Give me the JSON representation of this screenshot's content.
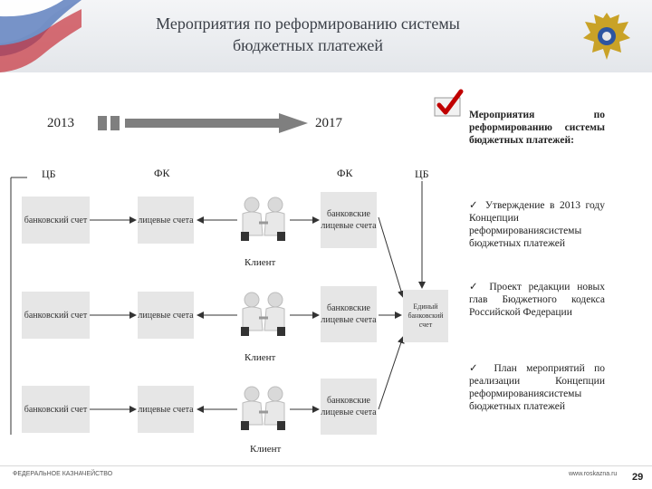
{
  "slide": {
    "title_line1": "Мероприятия по реформированию системы",
    "title_line2": "бюджетных платежей",
    "year_start": "2013",
    "year_end": "2017"
  },
  "columns": {
    "cb_left": "ЦБ",
    "fk_left": "ФК",
    "fk_right": "ФК",
    "cb_right": "ЦБ"
  },
  "rows": [
    {
      "bank": "банковский счет",
      "accounts": "лицевые счета",
      "bank_accounts": "банковские лицевые счета",
      "client": "Клиент"
    },
    {
      "bank": "банковский счет",
      "accounts": "лицевые счета",
      "bank_accounts": "банковские лицевые счета",
      "client": "Клиент"
    },
    {
      "bank": "банковский счет",
      "accounts": "лицевые счета",
      "bank_accounts": "банковские лицевые счета",
      "client": "Клиент"
    }
  ],
  "single_account": "Единый банковский счет",
  "right_panel": {
    "heading": "Мероприятия по реформированию системы бюджетных платежей:",
    "item1": "Утверждение в 2013 году Концепции реформированиясистемы бюджетных платежей",
    "item2": "Проект редакции новых глав Бюджетного кодекса Российской Федерации",
    "item3": "План мероприятий по реализации Концепции реформированиясистемы бюджетных платежей",
    "bullet": "✓"
  },
  "footer": {
    "org": "ФЕДЕРАЛЬНОЕ КАЗНАЧЕЙСТВО",
    "site": "www.roskazna.ru",
    "page": "29"
  },
  "colors": {
    "header_bg": "#e3e6ea",
    "box_bg": "#e6e6e6",
    "arrow": "#7f7f7f",
    "check": "#c00000"
  },
  "icons": {
    "flag": "russian-flag-icon",
    "emblem": "treasury-emblem-icon",
    "check": "checkmark-icon",
    "person": "handshake-people-icon"
  }
}
